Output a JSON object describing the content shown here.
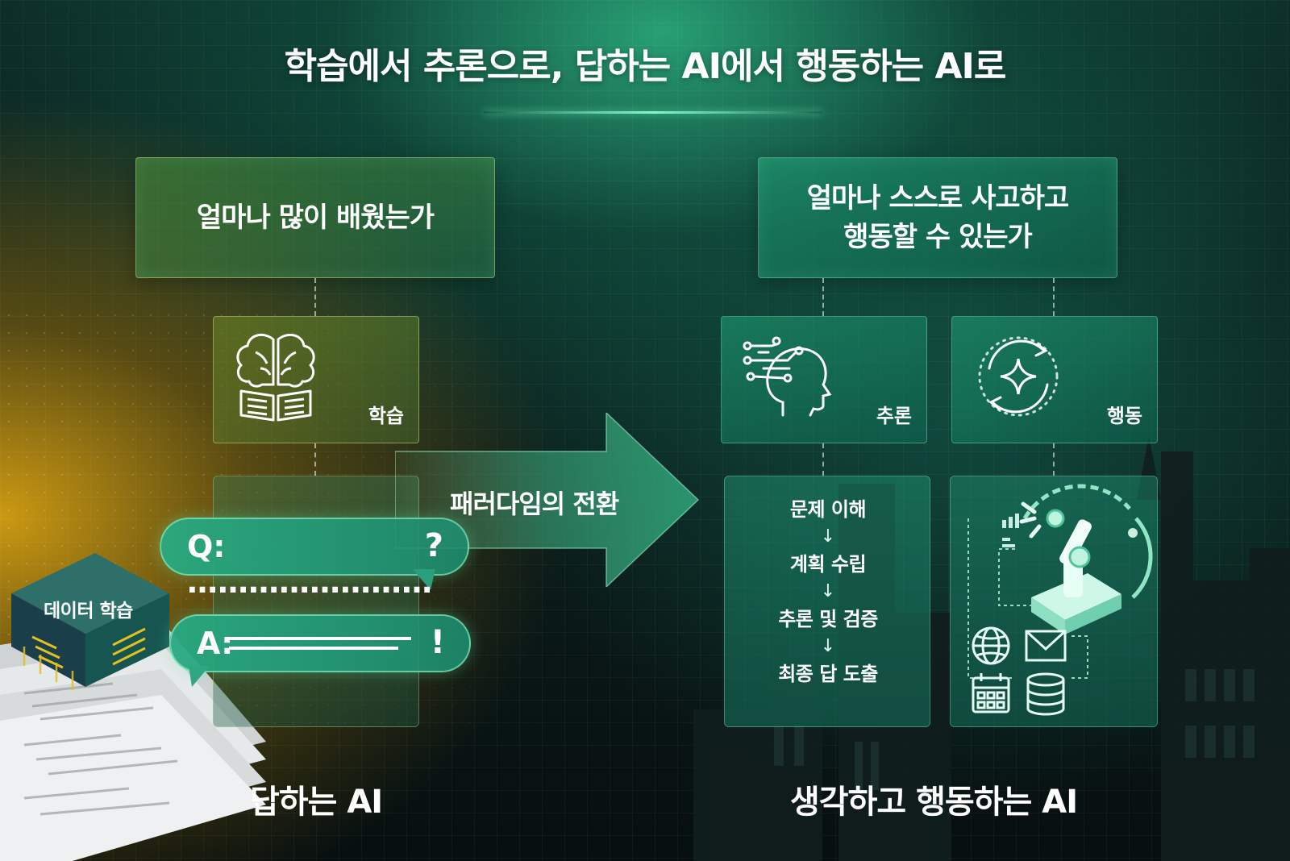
{
  "title": "학습에서 추론으로, 답하는 AI에서 행동하는 AI로",
  "left_question": "얼마나 많이 배웠는가",
  "right_question": {
    "line1": "얼마나 스스로 사고하고",
    "line2": "행동할 수 있는가"
  },
  "cards": {
    "learn": {
      "label": "학습",
      "icon": "brain-book-icon"
    },
    "reason": {
      "label": "추론",
      "icon": "ai-head-icon"
    },
    "act": {
      "label": "행동",
      "icon": "cycle-sparkle-icon"
    }
  },
  "paradigm_label": "패러다임의 전환",
  "chat": {
    "q_label": "Q: ……………………",
    "q_end": "?",
    "a_label": "A:",
    "a_end": "!"
  },
  "chip_label": "데이터 학습",
  "steps": [
    "문제 이해",
    "계획 수립",
    "추론 및 검증",
    "최종 답 도출"
  ],
  "step_arrow": "↓",
  "bottom": {
    "left": "답하는 AI",
    "right": "생각하고 행동하는 AI"
  },
  "robot_panel_icons": [
    "robot-arm-icon",
    "globe-icon",
    "mail-icon",
    "calendar-icon",
    "database-icon"
  ],
  "colors": {
    "accent_green": "#3fd39c",
    "gold": "#d6a012",
    "dark_bg": "#0b1d1b"
  }
}
